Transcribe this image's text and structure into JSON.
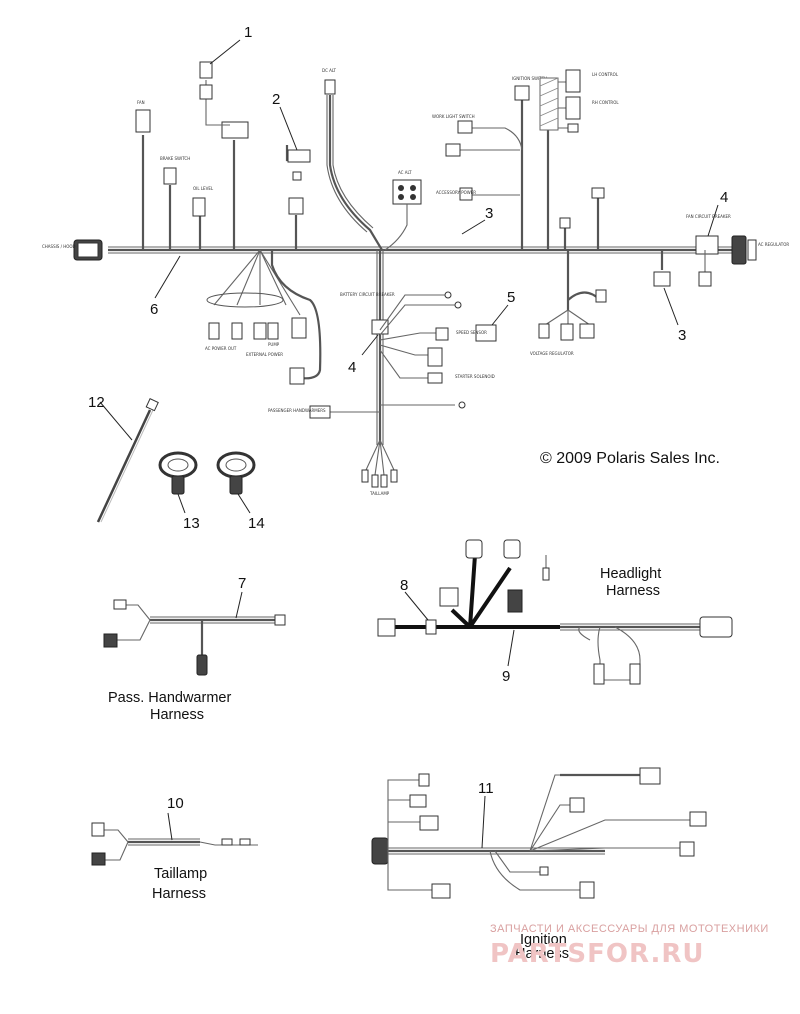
{
  "copyright": "© 2009 Polaris Sales Inc.",
  "callouts": [
    "1",
    "2",
    "3",
    "3",
    "4",
    "4",
    "5",
    "6",
    "7",
    "8",
    "9",
    "10",
    "11",
    "12",
    "13",
    "14"
  ],
  "captions": {
    "headlight": [
      "Headlight",
      "Harness"
    ],
    "handwarmer": [
      "Pass. Handwarmer",
      "Harness"
    ],
    "taillamp": [
      "Taillamp",
      "Harness"
    ],
    "ignition": [
      "Ignition",
      "Harness"
    ]
  },
  "tiny_labels": {
    "chassis": "CHASSIS / HOOD",
    "ac_regulator": "AC REGULATOR",
    "fan_circuit_breaker": "FAN CIRCUIT BREAKER",
    "lh_control": "LH CONTROL",
    "rh_control": "RH CONTROL",
    "ignition_switch": "IGNITION SWITCH",
    "work_light_switch": "WORK LIGHT SWITCH",
    "oil_level": "OIL LEVEL",
    "dc_alt": "DC ALT",
    "ac_alt": "AC ALT",
    "accessory_power": "ACCESSORY POWER",
    "battery_circuit_breaker": "BATTERY CIRCUIT BREAKER",
    "speed_sensor": "SPEED SENSOR",
    "starter_solenoid": "STARTER SOLENOID",
    "passenger_handwarmers": "PASSENGER HANDWARMERS",
    "taillamp": "TAILLAMP",
    "voltage_regulator": "VOLTAGE REGULATOR",
    "ac_power_out": "AC POWER OUT",
    "external_power": "EXTERNAL POWER",
    "pump": "PUMP",
    "brake_switch": "BRAKE SWITCH",
    "fan": "FAN"
  },
  "watermark": {
    "line1": "ЗАПЧАСТИ И АКСЕССУАРЫ ДЛЯ МОТОТЕХНИКИ",
    "line2": "PARTSFOR.RU"
  }
}
